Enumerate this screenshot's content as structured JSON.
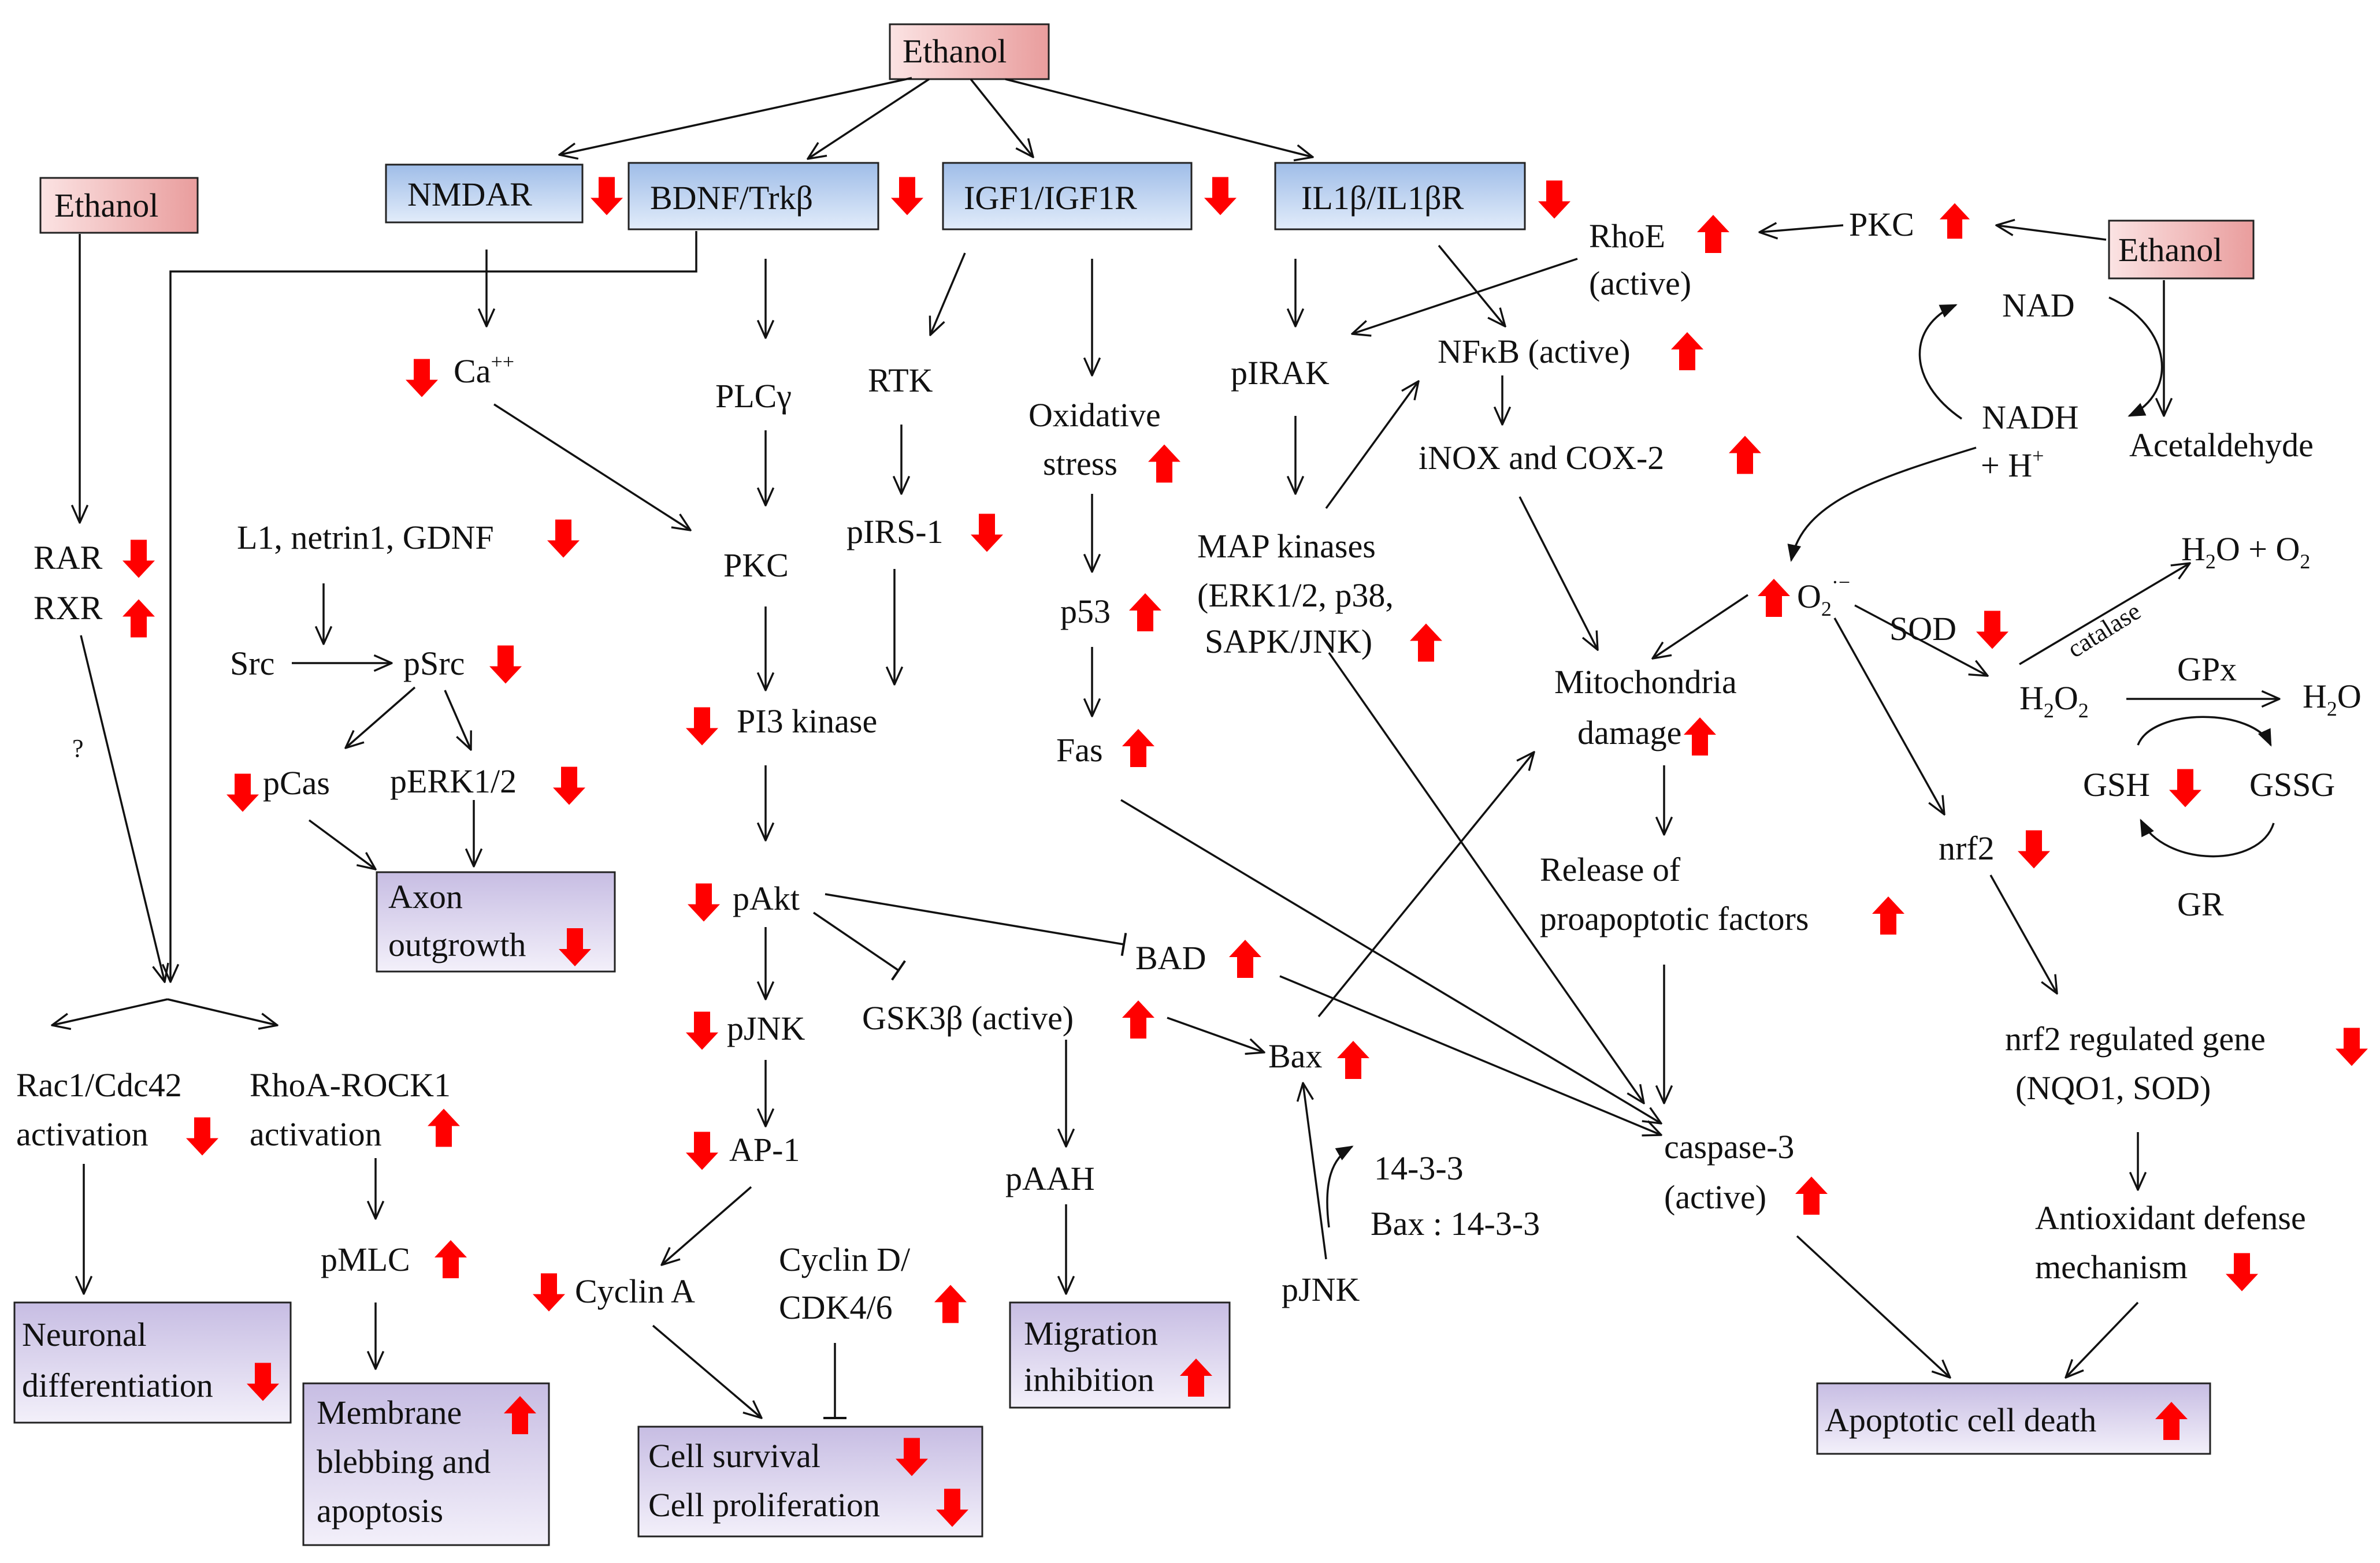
{
  "colors": {
    "up_down_arrow": "#ff0000",
    "ethanol_box": "#f4b9b9",
    "receptor_box": "#a9c4ea",
    "outcome_box": "#cfc6e6"
  },
  "icons": {
    "increase": "red-up-arrow-icon",
    "decrease": "red-down-arrow-icon"
  },
  "nodes": {
    "ethanol_top": "Ethanol",
    "ethanol_left": "Ethanol",
    "ethanol_right": "Ethanol",
    "nmdar": "NMDAR",
    "bdnf": "BDNF/Trkβ",
    "igf1": "IGF1/IGF1R",
    "il1b": "IL1β/IL1βR",
    "ca": "Ca",
    "ca_sup": "++",
    "plcg": "PLCγ",
    "rtk": "RTK",
    "oxidative1": "Oxidative",
    "oxidative2": "stress",
    "pirak": "pIRAK",
    "rhoe1": "RhoE",
    "rhoe2": "(active)",
    "pkc_right": "PKC",
    "nfkb": "NFκB (active)",
    "inox": "iNOX and COX-2",
    "nad": "NAD",
    "nadh1": "NADH",
    "nadh2": "+ H",
    "nadh2_sup": "+",
    "acetaldehyde": "Acetaldehyde",
    "rar": "RAR",
    "rxr": "RXR",
    "question": "?",
    "l1": "L1, netrin1,  GDNF",
    "src": "Src",
    "psrc": "pSrc",
    "pcas": "pCas",
    "perk": "pERK1/2",
    "axon1": "Axon",
    "axon2": "outgrowth",
    "pkc_mid": "PKC",
    "pirs": "pIRS-1",
    "pi3k": "PI3 kinase",
    "p53": "p53",
    "fas": "Fas",
    "map1": "MAP kinases",
    "map2": "(ERK1/2, p38,",
    "map3": "SAPK/JNK)",
    "o2": "O",
    "o2_sub": "2",
    "o2_sup": "·−",
    "sod": "SOD",
    "catalase": "catalase",
    "h2o_o2": "H",
    "h2o_o2_sub": "2",
    "h2o_o2_rest": "O  + O",
    "h2o_o2_sub2": "2",
    "h2o2": "H",
    "h2o2_sub": "2",
    "h2o2_mid": "O",
    "h2o2_sub2": "2",
    "gpx": "GPx",
    "h2o": "H",
    "h2o_sub": "2",
    "h2o_rest": "O",
    "gsh": "GSH",
    "gssg": "GSSG",
    "gr": "GR",
    "mito1": "Mitochondria",
    "mito2": "damage",
    "release1": "Release  of",
    "release2": "proapoptotic factors",
    "nrf2": "nrf2",
    "pakt": "pAkt",
    "bad": "BAD",
    "gsk": "GSK3β (active)",
    "bax": "Bax",
    "pjnk_left": "pJNK",
    "ap1": "AP-1",
    "cycA": "Cyclin  A",
    "cycD1": "Cyclin  D/",
    "cycD2": "CDK4/6",
    "paah": "pAAH",
    "migr1": "Migration",
    "migr2": "inhibition",
    "b1433": "14-3-3",
    "bax1433": "Bax : 14-3-3",
    "pjnk_right": "pJNK",
    "casp1": "caspase-3",
    "casp2": "(active)",
    "nrf2gene1": "nrf2 regulated gene",
    "nrf2gene2": "(NQO1, SOD)",
    "antiox1": "Antioxidant  defense",
    "antiox2": "mechanism",
    "rac1": "Rac1/Cdc42",
    "rac2": "activation",
    "rhoa1": "RhoA-ROCK1",
    "rhoa2": "activation",
    "pmlc": "pMLC",
    "neuro1": "Neuronal",
    "neuro2": "differentiation",
    "memb1": "Membrane",
    "memb2": "blebbing  and",
    "memb3": "apoptosis",
    "cell1": "Cell survival",
    "cell2": "Cell proliferation",
    "apop": "Apoptotic  cell  death"
  }
}
